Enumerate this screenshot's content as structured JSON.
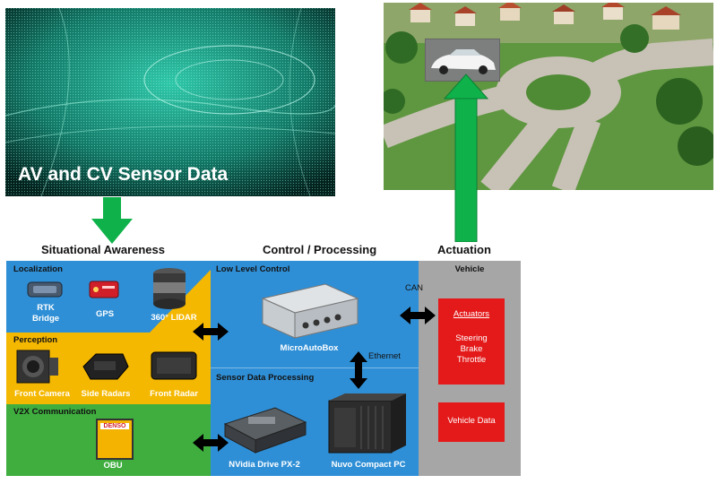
{
  "top_left_image": {
    "caption": "AV and CV Sensor Data"
  },
  "sections": {
    "situational": "Situational Awareness",
    "control": "Control / Processing",
    "actuation": "Actuation"
  },
  "localization": {
    "title": "Localization",
    "items": [
      "RTK\nBridge",
      "GPS",
      "360° LIDAR"
    ]
  },
  "perception": {
    "title": "Perception",
    "items": [
      "Front Camera",
      "Side Radars",
      "Front Radar"
    ]
  },
  "v2x": {
    "title": "V2X Communication",
    "item": "OBU",
    "brand": "DENSO"
  },
  "low_level": {
    "title": "Low Level Control",
    "device": "MicroAutoBox",
    "device_brand": "MicroAutoBox"
  },
  "sensor_proc": {
    "title": "Sensor Data Processing",
    "items": [
      "NVidia Drive PX-2",
      "Nuvo Compact PC"
    ]
  },
  "links": {
    "can": "CAN",
    "ethernet": "Ethernet"
  },
  "vehicle": {
    "title": "Vehicle",
    "actuators_title": "Actuators",
    "actuators": [
      "Steering",
      "Brake",
      "Throttle"
    ],
    "data": "Vehicle Data"
  },
  "colors": {
    "blue": "#2f8fd6",
    "yellow": "#f5b800",
    "green_panel": "#3fae3f",
    "grey": "#a6a6a6",
    "red": "#e41a1a",
    "arrow_green": "#0fb24a",
    "lidar_teal": "#1aa08c"
  }
}
